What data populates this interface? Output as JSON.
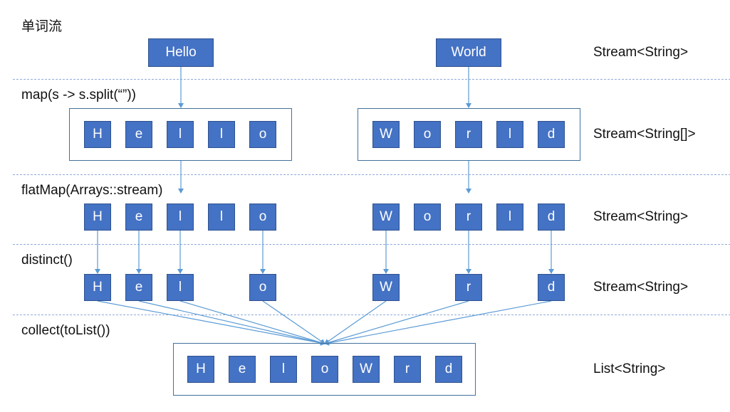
{
  "title": "单词流",
  "words": [
    "Hello",
    "World"
  ],
  "stages": [
    {
      "operation": "",
      "type": "Stream<String>"
    },
    {
      "operation": "map(s -> s.split(“”))",
      "type": "Stream<String[]>"
    },
    {
      "operation": "flatMap(Arrays::stream)",
      "type": "Stream<String>"
    },
    {
      "operation": "distinct()",
      "type": "Stream<String>"
    },
    {
      "operation": "collect(toList())",
      "type": "List<String>"
    }
  ],
  "split_hello": [
    "H",
    "e",
    "l",
    "l",
    "o"
  ],
  "split_world": [
    "W",
    "o",
    "r",
    "l",
    "d"
  ],
  "distinct_hello": [
    "H",
    "e",
    "l",
    "o"
  ],
  "distinct_world": [
    "W",
    "r",
    "d"
  ],
  "result": [
    "H",
    "e",
    "l",
    "o",
    "W",
    "r",
    "d"
  ],
  "colors": {
    "box_fill": "#4472c4",
    "box_border": "#2f528f",
    "frame_border": "#41719c",
    "arrow": "#5b9bd5",
    "separator": "#8faadc"
  }
}
